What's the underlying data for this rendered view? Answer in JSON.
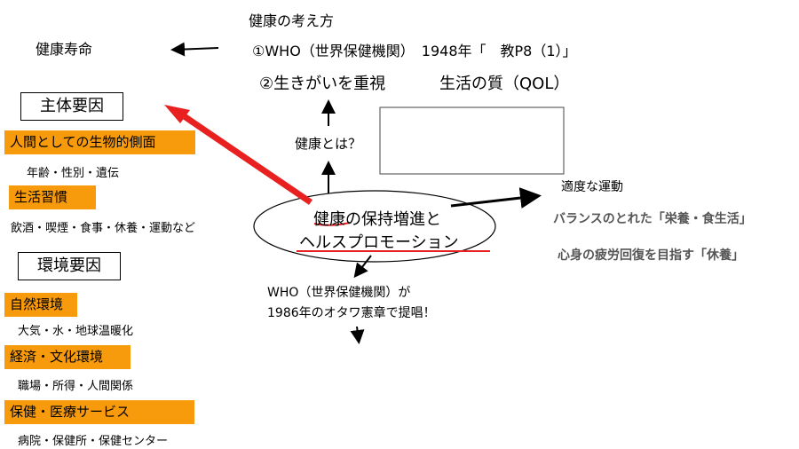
{
  "title": "健康の考え方",
  "longevity": "健康寿命",
  "who_line": "①WHO（世界保健機関）　1948年「　教P8（1）」",
  "qol_line_a": "②生きがいを重視",
  "qol_line_b": "生活の質（QOL）",
  "question": "健康とは？",
  "center": {
    "line1": "健康の保持増進と",
    "line2": "ヘルスプロモーション"
  },
  "right": {
    "exercise": "適度な運動",
    "nutrition": "バランスのとれた「栄養・食生活」",
    "rest": "心身の疲労回復を目指す「休養」"
  },
  "promotion_note": {
    "line1": "WHO（世界保健機関）が",
    "line2": "1986年のオタワ憲章で提唱！"
  },
  "subject_factors": {
    "header": "主体要因",
    "items": [
      {
        "label": "人間としての生物的側面",
        "detail": "年齢・性別・遺伝"
      },
      {
        "label": "生活習慣",
        "detail": "飲酒・喫煙・食事・休養・運動など"
      }
    ]
  },
  "environment_factors": {
    "header": "環境要因",
    "items": [
      {
        "label": "自然環境",
        "detail": "大気・水・地球温暖化"
      },
      {
        "label": "経済・文化環境",
        "detail": "職場・所得・人間関係"
      },
      {
        "label": "保健・医療サービス",
        "detail": "病院・保健所・保健センター"
      }
    ]
  },
  "colors": {
    "accent_orange": "#f79a0c",
    "arrow_red": "#e8201f",
    "underline_red": "#e8201f",
    "gray_text": "#555555"
  }
}
